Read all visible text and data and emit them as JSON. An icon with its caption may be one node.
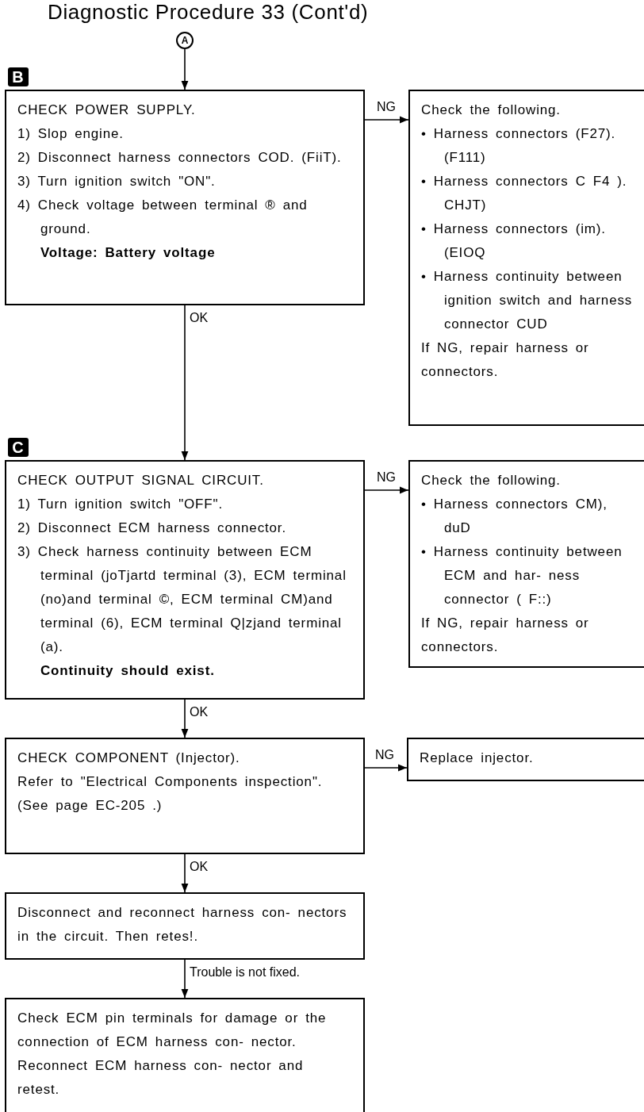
{
  "diagram": {
    "title": "Diagnostic Procedure 33 (Cont'd)",
    "nodes": [
      {
        "text": [
          "A"
        ]
      },
      {
        "text": [
          "B",
          "CHECK POWER SUPPLY.",
          "1) Slop engine.",
          "2) Disconnect harness connectors COD. (FiiT).",
          "3) Turn ignition switch \"ON\".",
          "4) Check voltage between terminal ® and ground.",
          "Voltage: Battery voltage"
        ]
      },
      {
        "text": [
          "Check the following.",
          "• Harness connectors (F27). (F111)",
          "• Harness connectors C F4 ). CHJT)",
          "• Harness connectors (im). (EIOQ",
          "• Harness continuity between ignition switch and harness connector CUD",
          "If NG, repair harness or connectors."
        ]
      },
      {
        "text": [
          "C",
          "CHECK OUTPUT SIGNAL CIRCUIT.",
          "1) Turn ignition switch \"OFF\".",
          "2) Disconnect ECM harness connector.",
          "3) Check harness continuity between ECM terminal (joTjartd terminal (3), ECM terminal (no)and terminal ©, ECM terminal CM)and terminal (6), ECM terminal Q|zjand terminal (a).",
          "Continuity should exist."
        ]
      },
      {
        "text": [
          "Check the following.",
          "• Harness connectors CM), duD",
          "• Harness continuity between ECM and har- ness connector ( F::)",
          "If NG, repair harness or connectors."
        ]
      },
      {
        "text": [
          "CHECK COMPONENT (Injector).",
          "Refer to \"Electrical Components inspection\". (See page EC-205 .)"
        ]
      },
      {
        "text": [
          "Replace injector."
        ]
      },
      {
        "text": [
          "Disconnect and reconnect harness con- nectors in the circuit. Then retes!."
        ]
      },
      {
        "text": [
          "Check ECM pin terminals for damage or the connection of ECM harness con- nector. Reconnect ECM harness con- nector and retest."
        ]
      }
    ],
    "edges": [
      {
        "from": 0,
        "to": 1,
        "arrow": "to"
      },
      {
        "from": 1,
        "to": 2,
        "arrow": "to",
        "label": "NG"
      },
      {
        "from": 1,
        "to": 3,
        "arrow": "to",
        "label": "OK"
      },
      {
        "from": 3,
        "to": 4,
        "arrow": "to",
        "label": "NG"
      },
      {
        "from": 3,
        "to": 5,
        "arrow": "to",
        "label": "OK"
      },
      {
        "from": 5,
        "to": 6,
        "arrow": "to",
        "label": "NG"
      },
      {
        "from": 5,
        "to": 7,
        "arrow": "to",
        "label": "OK"
      },
      {
        "from": 7,
        "to": 8,
        "arrow": "to",
        "label": "Trouble is not fixed."
      }
    ]
  }
}
